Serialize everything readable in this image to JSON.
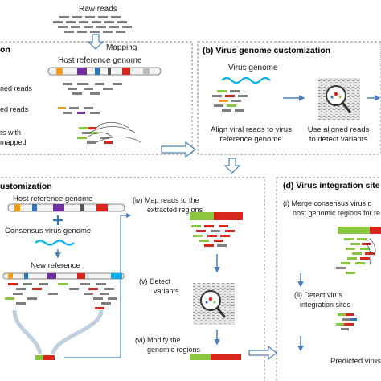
{
  "top": {
    "raw_reads": "Raw reads",
    "mapping": "Mapping",
    "host_ref": "Host reference genome"
  },
  "panel_a": {
    "title_fragment": "on",
    "label_1": "ned reads",
    "label_2": "ed reads",
    "label_3a": "rs with",
    "label_3b": "mapped"
  },
  "panel_b": {
    "title": "(b) Virus genome customization",
    "virus_genome": "Virus genome",
    "step_1a": "Align viral reads to virus",
    "step_1b": "reference genome",
    "step_2a": "Use aligned reads",
    "step_2b": "to detect variants"
  },
  "panel_c": {
    "title_fragment": "ustomization",
    "host_ref": "Host reference genome",
    "consensus": "Consensus virus genome",
    "new_ref": "New reference",
    "step_iv_a": "(iv) Map reads to the",
    "step_iv_b": "extracted regions",
    "step_v_a": "(v) Detect",
    "step_v_b": "variants",
    "step_vi_a": "(vi) Modify the",
    "step_vi_b": "genomic regions"
  },
  "panel_d": {
    "title": "(d) Virus integration site",
    "step_i_a": "(i) Merge consensus virus g",
    "step_i_b": "host genomic regions for re",
    "step_ii_a": "(ii) Detect virus",
    "step_ii_b": "integration sites",
    "predicted": "Predicted virus"
  },
  "colors": {
    "read_gray": "#7f7f7f",
    "virus_green": "#8cc63f",
    "virus_red": "#d9261c",
    "purple": "#7030a0",
    "blue": "#2e75b6",
    "orange": "#f39a1e",
    "cyan": "#00b0f0",
    "arrow_blue": "#4a7ebb",
    "dashed_border": "#8a8a8a"
  },
  "icons": [
    "magnifier-icon",
    "sine-wave-icon",
    "hollow-arrow-icon"
  ]
}
